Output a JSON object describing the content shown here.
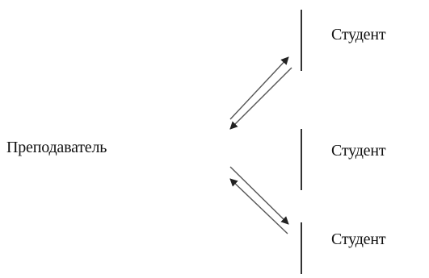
{
  "diagram": {
    "teacher": {
      "label": "Преподаватель"
    },
    "students": [
      {
        "label": "Студент"
      },
      {
        "label": "Студент"
      },
      {
        "label": "Студент"
      }
    ],
    "connections": [
      {
        "from": "teacher",
        "to": "student-1",
        "direction": "bidirectional"
      },
      {
        "from": "teacher",
        "to": "student-3",
        "direction": "bidirectional"
      }
    ],
    "colors": {
      "text": "#111111",
      "line": "#333333",
      "arrow_line": "#555555",
      "background": "#ffffff"
    }
  }
}
